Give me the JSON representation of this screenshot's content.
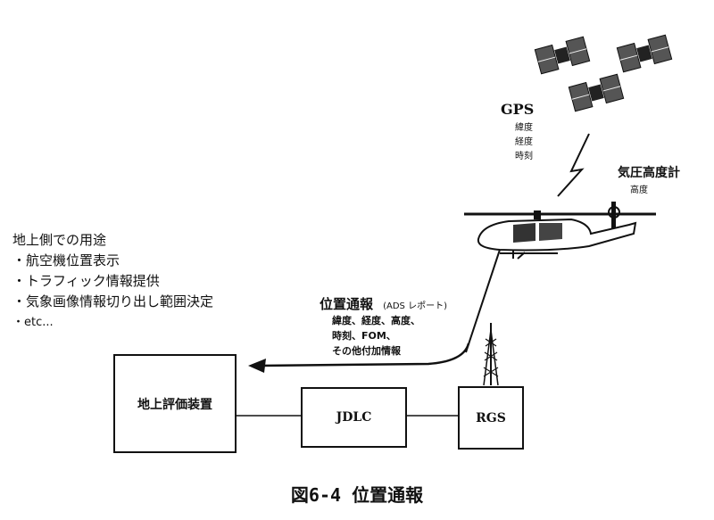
{
  "ground_use": {
    "heading": "地上側での用途",
    "items": [
      "・航空機位置表示",
      "・トラフィック情報提供",
      "・気象画像情報切り出し範囲決定",
      "・etc..."
    ]
  },
  "gps": {
    "label": "GPS",
    "params": [
      "緯度",
      "経度",
      "時刻"
    ]
  },
  "altimeter": {
    "label": "気圧高度計",
    "param": "高度"
  },
  "position_report": {
    "title": "位置通報",
    "subtitle": "(ADS レポート)",
    "lines": [
      "緯度、経度、高度、",
      "時刻、FOM、",
      "その他付加情報"
    ]
  },
  "boxes": {
    "ground_eval": "地上評価装置",
    "jdlc": "JDLC",
    "rgs": "RGS"
  },
  "caption": "図6-4 位置通報"
}
